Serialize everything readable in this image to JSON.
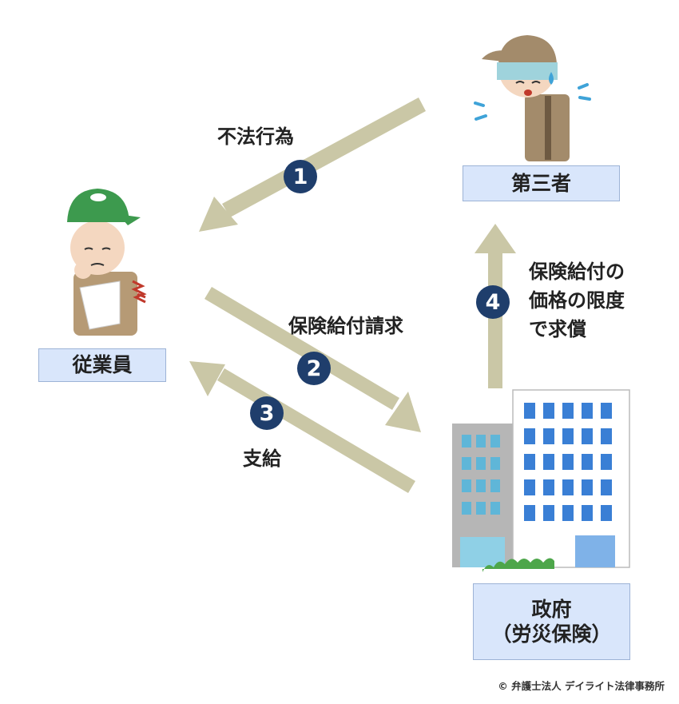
{
  "nodes": {
    "third_party": "第三者",
    "employee": "従業員",
    "government_line1": "政府",
    "government_line2": "（労災保険）"
  },
  "steps": [
    {
      "number": "1",
      "label": "不法行為"
    },
    {
      "number": "2",
      "label": "保険給付請求"
    },
    {
      "number": "3",
      "label": "支給"
    },
    {
      "number": "4",
      "label_lines": [
        "保険給付の",
        "価格の限度",
        "で求償"
      ]
    }
  ],
  "colors": {
    "arrow": "#cac7a6",
    "badge": "#1f3e6c",
    "box_fill": "#d9e6fb",
    "box_border": "#9db3d6"
  },
  "copyright": "© 弁護士法人 デイライト法律事務所"
}
